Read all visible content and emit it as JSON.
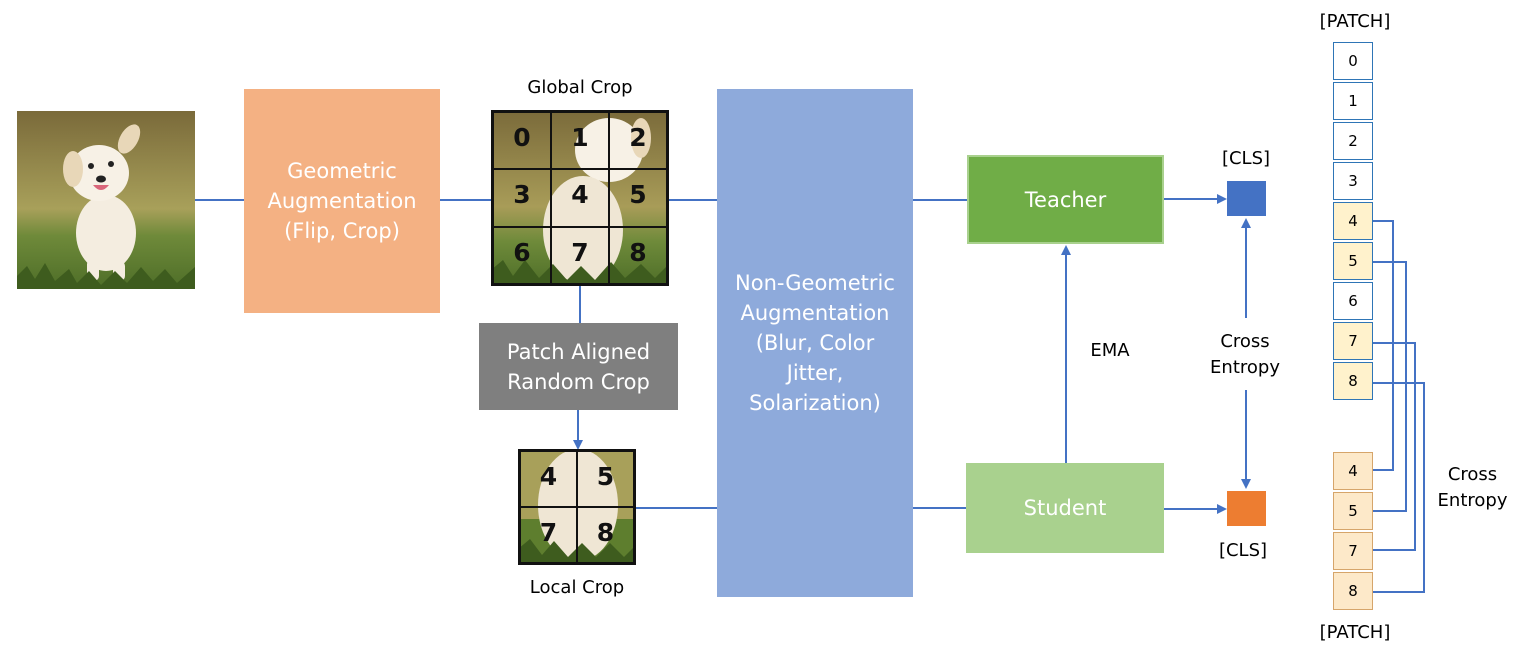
{
  "input_image": {
    "alt_subject": "puppy"
  },
  "geometric_box": {
    "label": "Geometric\nAugmentation\n(Flip, Crop)",
    "color": "#f4b183"
  },
  "global_crop": {
    "title": "Global Crop",
    "cells": [
      "0",
      "1",
      "2",
      "3",
      "4",
      "5",
      "6",
      "7",
      "8"
    ]
  },
  "patch_crop_box": {
    "label": "Patch Aligned\nRandom Crop",
    "color": "#7f7f7f"
  },
  "local_crop": {
    "title": "Local Crop",
    "cells": [
      "4",
      "5",
      "7",
      "8"
    ]
  },
  "nongeo_box": {
    "label": "Non-Geometric\nAugmentation\n(Blur, Color\nJitter,\nSolarization)",
    "color": "#8eaadb"
  },
  "teacher": {
    "label": "Teacher",
    "color": "#70ad47"
  },
  "student": {
    "label": "Student",
    "color": "#a9d18e"
  },
  "ema_label": "EMA",
  "cls_top": {
    "label": "[CLS]",
    "color": "#4472c4"
  },
  "cls_bottom": {
    "label": "[CLS]",
    "color": "#ed7d31"
  },
  "cls_loss": "Cross\nEntropy",
  "patch_top": {
    "header": "[PATCH]",
    "tokens": [
      "0",
      "1",
      "2",
      "3",
      "4",
      "5",
      "6",
      "7",
      "8"
    ],
    "highlighted": [
      "4",
      "5",
      "7",
      "8"
    ]
  },
  "patch_bottom": {
    "header": "[PATCH]",
    "tokens": [
      "4",
      "5",
      "7",
      "8"
    ]
  },
  "patch_loss": "Cross\nEntropy",
  "colors": {
    "arrow": "#4472c4",
    "token_border_top": "#2e75b6",
    "token_highlight": "#fff2cc",
    "token_border_bottom": "#d6a56a",
    "token_fill_bottom": "#fde9c9"
  }
}
